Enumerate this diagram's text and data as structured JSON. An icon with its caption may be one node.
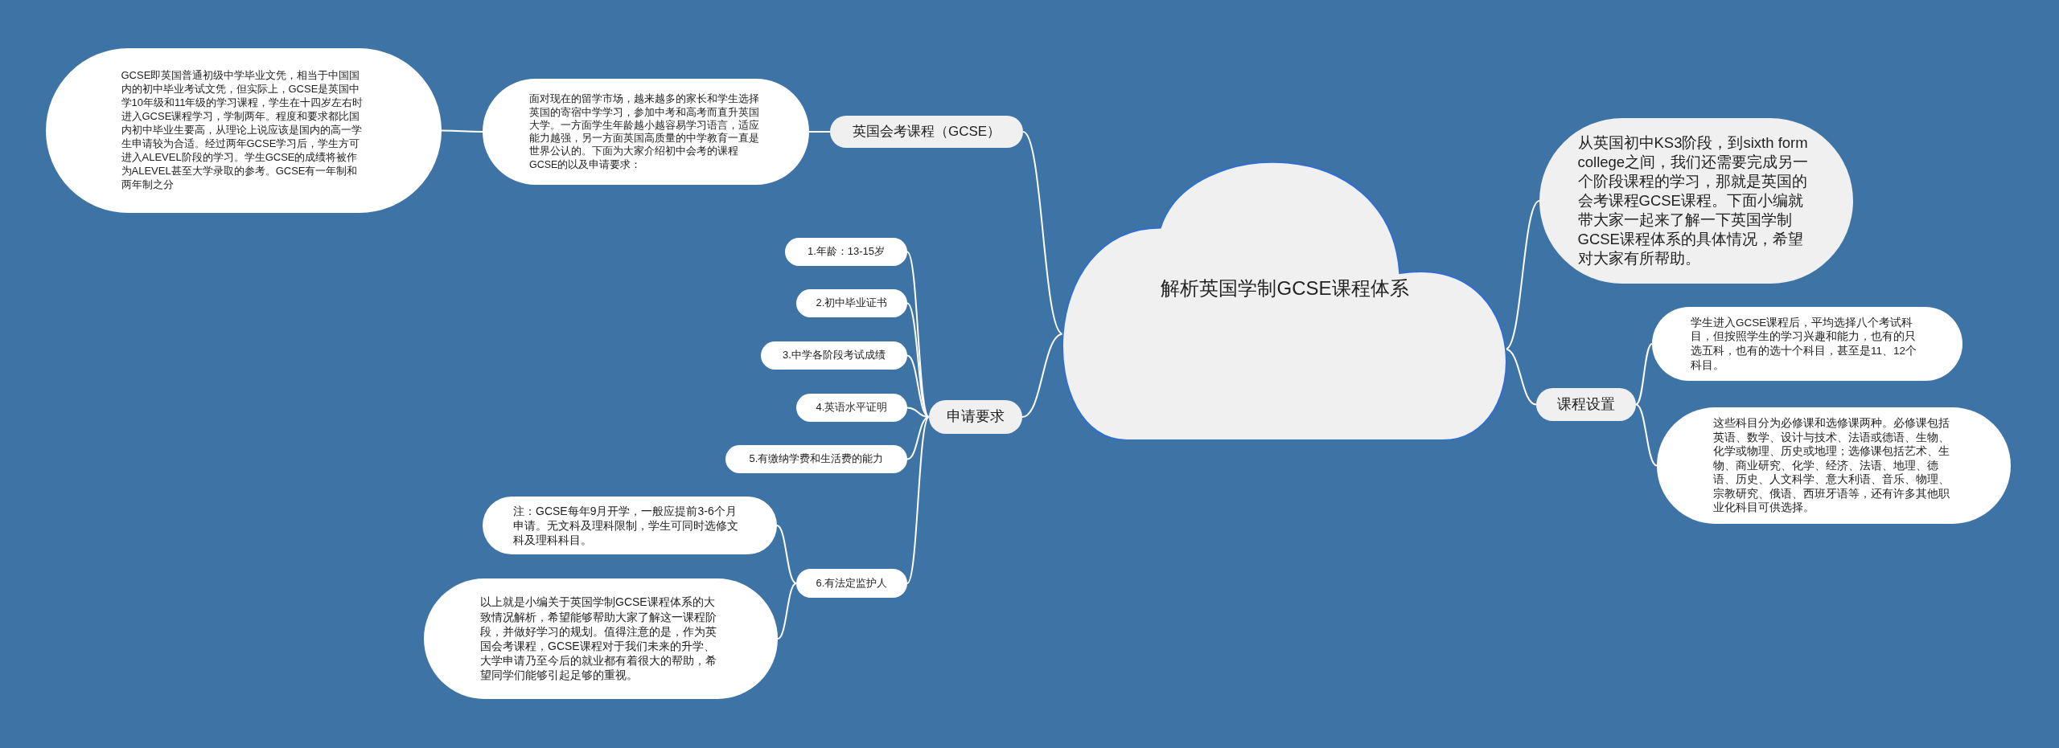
{
  "diagram": {
    "nodes": [
      {
        "text": [
          "解析英国学制GCSE课程体系"
        ]
      },
      {
        "text": [
          "英国会考课程（GCSE）"
        ]
      },
      {
        "text": [
          "面对现在的留学市场，越来越多的家长和学生选择英国的寄宿中学学习，参加中考和高考而直升英国大学。一方面学生年龄越小越容易学习语言，适应能力越强，另一方面英国高质量的中学教育一直是世界公认的。下面为大家介绍初中会考的课程GCSE的以及申请要求："
        ]
      },
      {
        "text": [
          "GCSE即英国普通初级中学毕业文凭，相当于中国国内的初中毕业考试文凭，但实际上，GCSE是英国中学10年级和11年级的学习课程，学生在十四岁左右时进入GCSE课程学习，学制两年。程度和要求都比国内初中毕业生要高，从理论上说应该是国内的高一学生申请较为合适。经过两年GCSE学习后，学生方可进入ALEVEL阶段的学习。学生GCSE的成绩将被作为ALEVEL甚至大学录取的参考。GCSE有一年制和两年制之分"
        ]
      },
      {
        "text": [
          "申请要求"
        ]
      },
      {
        "text": [
          "1.年龄：13-15岁"
        ]
      },
      {
        "text": [
          "2.初中毕业证书"
        ]
      },
      {
        "text": [
          "3.中学各阶段考试成绩"
        ]
      },
      {
        "text": [
          "4.英语水平证明"
        ]
      },
      {
        "text": [
          "5.有缴纳学费和生活费的能力"
        ]
      },
      {
        "text": [
          "6.有法定监护人"
        ]
      },
      {
        "text": [
          "注：GCSE每年9月开学，一般应提前3-6个月申请。无文科及理科限制，学生可同时选修文科及理科科目。"
        ]
      },
      {
        "text": [
          "以上就是小编关于英国学制GCSE课程体系的大致情况解析，希望能够帮助大家了解这一课程阶段，并做好学习的规划。值得注意的是，作为英国会考课程，GCSE课程对于我们未来的升学、大学申请乃至今后的就业都有着很大的帮助，希望同学们能够引起足够的重视。"
        ]
      },
      {
        "text": [
          "从英国初中KS3阶段，到sixth form college之间，我们还需要完成另一个阶段课程的学习，那就是英国的会考课程GCSE课程。下面小编就带大家一起来了解一下英国学制GCSE课程体系的具体情况，希望对大家有所帮助。"
        ]
      },
      {
        "text": [
          "课程设置"
        ]
      },
      {
        "text": [
          "学生进入GCSE课程后，平均选择八个考试科目，但按照学生的学习兴趣和能力，也有的只选五科，也有的选十个科目，甚至是11、12个科目。"
        ]
      },
      {
        "text": [
          "这些科目分为必修课和选修课两种。必修课包括英语、数学、设计与技术、法语或德语、生物、化学或物理、历史或地理；选修课包括艺术、生物、商业研究、化学、经济、法语、地理、德语、历史、人文科学、意大利语、音乐、物理、宗教研究、俄语、西班牙语等，还有许多其他职业化科目可供选择。"
        ]
      }
    ],
    "edges": [
      {
        "from": 0,
        "to": 1,
        "arrow": "none"
      },
      {
        "from": 1,
        "to": 2,
        "arrow": "none"
      },
      {
        "from": 2,
        "to": 3,
        "arrow": "none"
      },
      {
        "from": 0,
        "to": 4,
        "arrow": "none"
      },
      {
        "from": 4,
        "to": 5,
        "arrow": "none"
      },
      {
        "from": 4,
        "to": 6,
        "arrow": "none"
      },
      {
        "from": 4,
        "to": 7,
        "arrow": "none"
      },
      {
        "from": 4,
        "to": 8,
        "arrow": "none"
      },
      {
        "from": 4,
        "to": 9,
        "arrow": "none"
      },
      {
        "from": 4,
        "to": 10,
        "arrow": "none"
      },
      {
        "from": 10,
        "to": 11,
        "arrow": "none"
      },
      {
        "from": 10,
        "to": 12,
        "arrow": "none"
      },
      {
        "from": 0,
        "to": 13,
        "arrow": "none"
      },
      {
        "from": 0,
        "to": 14,
        "arrow": "none"
      },
      {
        "from": 14,
        "to": 15,
        "arrow": "none"
      },
      {
        "from": 14,
        "to": 16,
        "arrow": "none"
      }
    ]
  }
}
